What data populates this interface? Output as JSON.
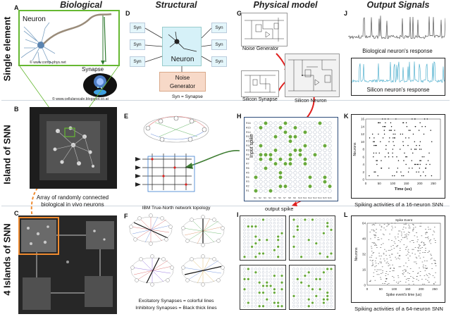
{
  "columns": {
    "biological": "Biological",
    "structural": "Structural",
    "physical": "Physical model",
    "output": "Output Signals"
  },
  "rows": {
    "single": "Single element",
    "island": "Island of SNN",
    "islands4": "4 Islands of SNN"
  },
  "panels": {
    "A": "A",
    "B": "B",
    "C": "C",
    "D": "D",
    "E": "E",
    "F": "F",
    "G": "G",
    "H": "H",
    "I": "I",
    "J": "J",
    "K": "K",
    "L": "L"
  },
  "panelA": {
    "neuron": "Neuron",
    "copyright1": "© www.comp-phys.net",
    "synapse": "Synapse",
    "copyright2": "© www.cellularscale.blogspot.co.at"
  },
  "panelB": {
    "caption_line1": "Array of randomly connected",
    "caption_line2": "biological in vivo neurons"
  },
  "panelD": {
    "syn": "Syn",
    "neuron": "Neuron",
    "noise_line1": "Noise",
    "noise_line2": "Generator",
    "legend": "Syn = Synapse"
  },
  "panelE": {
    "caption": "IBM True-North network topology"
  },
  "panelF": {
    "legend1": "Excitatory Synapses = colorful lines",
    "legend2": "Inhibitory Synapses = Black thick lines"
  },
  "panelG": {
    "noise": "Noise Generator",
    "synapse": "Silicon Synapse",
    "neuron": "Silicon Neuron"
  },
  "panelH": {
    "input_spike": "Input spike",
    "output_spike": "output spike",
    "row_labels": [
      "R16",
      "R15",
      "R14",
      "R13",
      "R12",
      "R11",
      "R10",
      "R9",
      "R8",
      "R7",
      "R6",
      "R5",
      "R4",
      "R3",
      "R2",
      "R1"
    ],
    "col_labels": [
      "N1",
      "N2",
      "N3",
      "N4",
      "N5",
      "N6",
      "N7",
      "N8",
      "N9",
      "N10",
      "N11",
      "N12",
      "N13",
      "N14",
      "N15",
      "N16"
    ]
  },
  "panelJ": {
    "bio": "Biological neuron's response",
    "silicon": "Silicon neuron's response"
  },
  "panelK": {
    "ylabel": "Neurons",
    "xlabel": "Time (us)",
    "yticks": [
      "16",
      "14",
      "12",
      "10",
      "8",
      "6",
      "4",
      "2",
      "0"
    ],
    "xticks": [
      "0",
      "50",
      "100",
      "150",
      "200",
      "250"
    ],
    "caption": "Spiking activities of a 16-neuron SNN"
  },
  "panelL": {
    "title": "Spike Event",
    "ylabel": "Neurons",
    "xlabel": "Spike event's time (us)",
    "yticks": [
      "64",
      "48",
      "32",
      "16",
      "0"
    ],
    "xticks": [
      "0",
      "50",
      "100",
      "150",
      "200",
      "250"
    ],
    "caption": "Spiking activities of a 64-neuron SNN"
  },
  "colors": {
    "green_frame": "#66b832",
    "arrow_red": "#e0201e",
    "arrow_green": "#3e7d32",
    "arrow_orange": "#ef8a2f",
    "dot_green": "#6aaa3e",
    "neuron_box": "#d6f1f8",
    "noise_box": "#f7d9c8",
    "frame_blue": "#2e4d7a"
  }
}
